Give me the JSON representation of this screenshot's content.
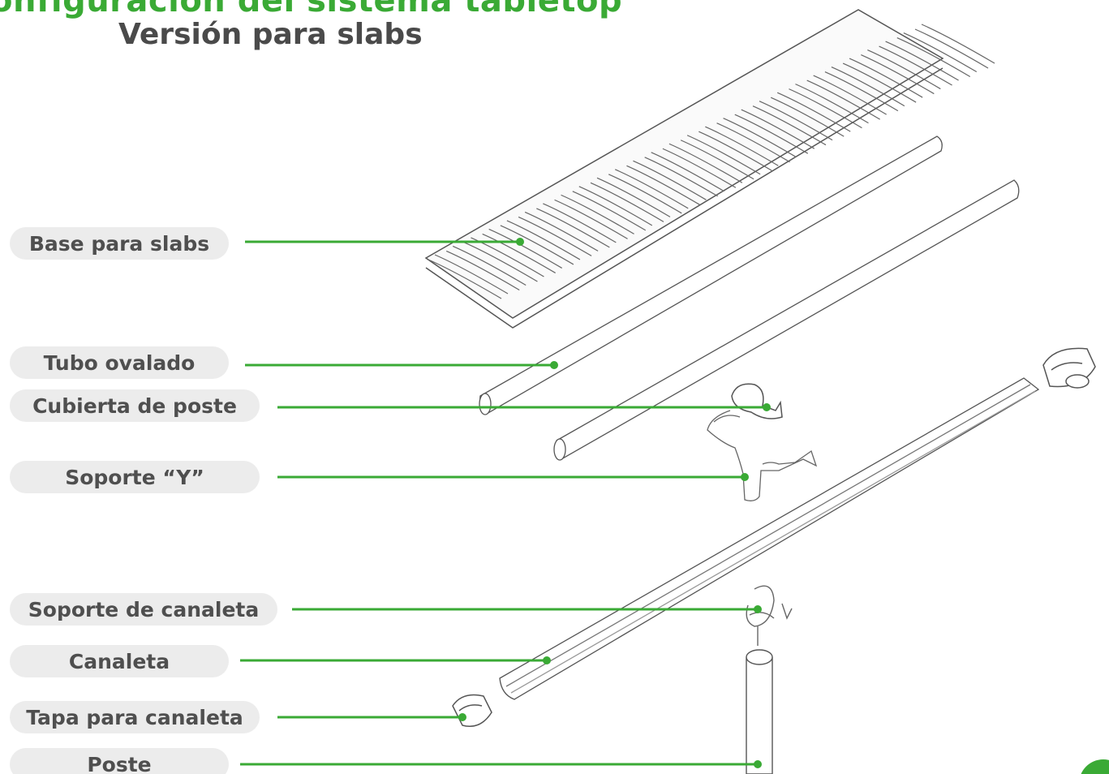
{
  "header": {
    "title": "onfiguración del sistema tabletop",
    "subtitle": "Versión para slabs"
  },
  "colors": {
    "accent": "#3aaa35",
    "label_bg": "#ececec",
    "label_text": "#4f4f4f",
    "outline": "#555555"
  },
  "labels": [
    {
      "id": "base",
      "text": "Base para slabs"
    },
    {
      "id": "tubo",
      "text": "Tubo ovalado"
    },
    {
      "id": "cubierta",
      "text": "Cubierta de poste"
    },
    {
      "id": "soporte-y",
      "text": "Soporte “Y”"
    },
    {
      "id": "soporte-canaleta",
      "text": "Soporte de canaleta"
    },
    {
      "id": "canaleta",
      "text": "Canaleta"
    },
    {
      "id": "tapa",
      "text": "Tapa para canaleta"
    },
    {
      "id": "poste",
      "text": "Poste"
    }
  ]
}
